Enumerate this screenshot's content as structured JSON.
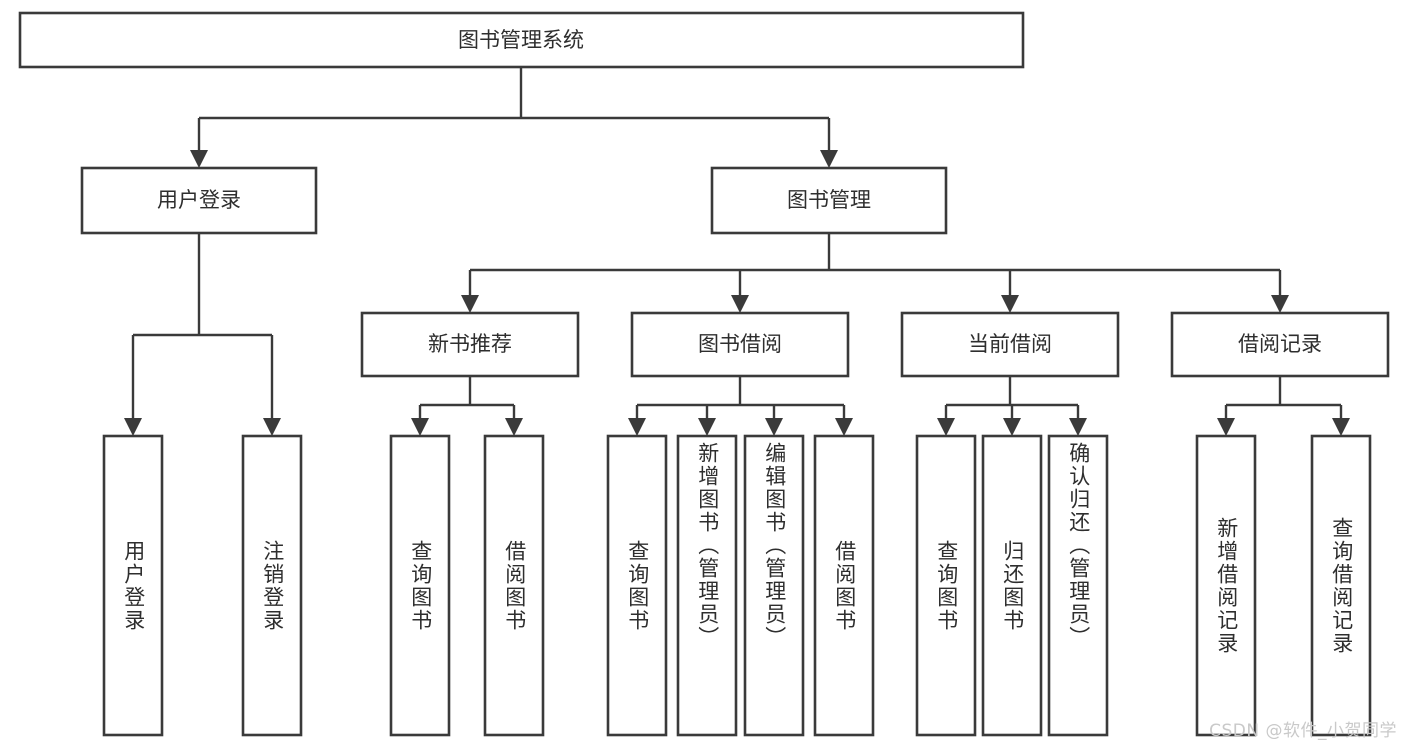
{
  "diagram": {
    "title": "图书管理系统",
    "type": "tree-hierarchy-chart",
    "orientation": "top-down",
    "watermark": "CSDN @软件_小贺同学",
    "colors": {
      "background": "#ffffff",
      "box_stroke": "#3a3a3a",
      "box_fill": "#ffffff",
      "text": "#2e2e2e",
      "connector": "#3a3a3a",
      "watermark": "#c9c9c9"
    },
    "nodes": {
      "root": {
        "label": "图书管理系统",
        "level": 0,
        "text_orientation": "horizontal"
      },
      "l1": [
        {
          "id": "user_login",
          "label": "用户登录",
          "text_orientation": "horizontal"
        },
        {
          "id": "book_mgmt",
          "label": "图书管理",
          "text_orientation": "horizontal"
        }
      ],
      "l2": [
        {
          "id": "new_book_rec",
          "label": "新书推荐",
          "text_orientation": "horizontal"
        },
        {
          "id": "book_borrow",
          "label": "图书借阅",
          "text_orientation": "horizontal"
        },
        {
          "id": "current_borrow",
          "label": "当前借阅",
          "text_orientation": "horizontal"
        },
        {
          "id": "borrow_record",
          "label": "借阅记录",
          "text_orientation": "horizontal"
        }
      ],
      "l3": [
        {
          "id": "leaf_1",
          "label": "用户登录",
          "parent": "user_login",
          "text_orientation": "vertical"
        },
        {
          "id": "leaf_2",
          "label": "注销登录",
          "parent": "user_login",
          "text_orientation": "vertical"
        },
        {
          "id": "leaf_3",
          "label": "查询图书",
          "parent": "new_book_rec",
          "text_orientation": "vertical"
        },
        {
          "id": "leaf_4",
          "label": "借阅图书",
          "parent": "new_book_rec",
          "text_orientation": "vertical"
        },
        {
          "id": "leaf_5",
          "label": "查询图书",
          "parent": "book_borrow",
          "text_orientation": "vertical"
        },
        {
          "id": "leaf_6",
          "label": "新增图书（管理员）",
          "parent": "book_borrow",
          "text_orientation": "vertical"
        },
        {
          "id": "leaf_7",
          "label": "编辑图书（管理员）",
          "parent": "book_borrow",
          "text_orientation": "vertical"
        },
        {
          "id": "leaf_8",
          "label": "借阅图书",
          "parent": "book_borrow",
          "text_orientation": "vertical"
        },
        {
          "id": "leaf_9",
          "label": "查询图书",
          "parent": "current_borrow",
          "text_orientation": "vertical"
        },
        {
          "id": "leaf_10",
          "label": "归还图书",
          "parent": "current_borrow",
          "text_orientation": "vertical"
        },
        {
          "id": "leaf_11",
          "label": "确认归还（管理员）",
          "parent": "current_borrow",
          "text_orientation": "vertical"
        },
        {
          "id": "leaf_12",
          "label": "新增借阅记录",
          "parent": "borrow_record",
          "text_orientation": "vertical"
        },
        {
          "id": "leaf_13",
          "label": "查询借阅记录",
          "parent": "borrow_record",
          "text_orientation": "vertical"
        }
      ]
    }
  }
}
